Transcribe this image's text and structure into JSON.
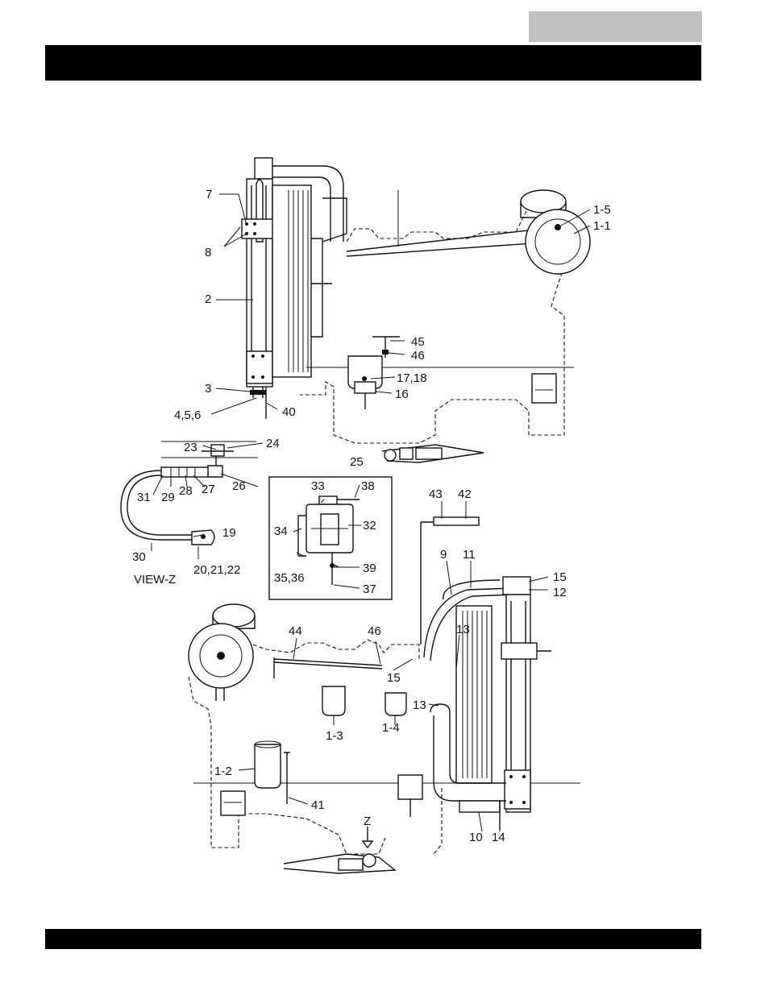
{
  "header": {
    "tab_text": "",
    "title": ""
  },
  "footer": {
    "text": ""
  },
  "view_label": "VIEW-Z",
  "arrow_label": "Z",
  "callouts": {
    "c7": "7",
    "c8": "8",
    "c2": "2",
    "c3": "3",
    "c456": "4,5,6",
    "c40": "40",
    "c1_5": "1-5",
    "c1_1": "1-1",
    "c45": "45",
    "c46a": "46",
    "c1718": "17,18",
    "c16": "16",
    "c23": "23",
    "c24": "24",
    "c25": "25",
    "c26": "26",
    "c27": "27",
    "c28": "28",
    "c29": "29",
    "c31": "31",
    "c30": "30",
    "c19": "19",
    "c202122": "20,21,22",
    "c33": "33",
    "c38": "38",
    "c32": "32",
    "c34": "34",
    "c3536": "35,36",
    "c39": "39",
    "c37": "37",
    "c43": "43",
    "c42": "42",
    "c9": "9",
    "c11": "11",
    "c15a": "15",
    "c12": "12",
    "c44": "44",
    "c46b": "46",
    "c13a": "13",
    "c15b": "15",
    "c13b": "13",
    "c1_3": "1-3",
    "c1_4": "1-4",
    "c1_2": "1-2",
    "c41": "41",
    "c10": "10",
    "c14": "14"
  }
}
